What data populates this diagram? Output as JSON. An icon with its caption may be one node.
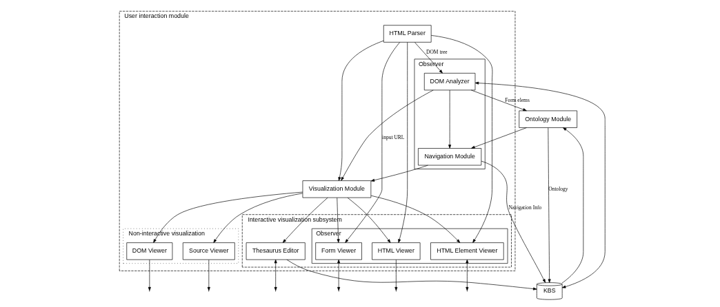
{
  "diagram": {
    "nodes": [
      {
        "text": [
          "User interaction module"
        ]
      },
      {
        "text": [
          "HTML Parser"
        ],
        "in": 0
      },
      {
        "text": [
          "Observer"
        ],
        "in": 0
      },
      {
        "text": [
          "DOM Analyzer"
        ],
        "in": 2
      },
      {
        "text": [
          "Navigation Module"
        ],
        "in": 2
      },
      {
        "text": [
          "Ontology Module"
        ]
      },
      {
        "text": [
          "KBS"
        ]
      },
      {
        "text": [
          "Non-interactive visualization"
        ],
        "in": 0
      },
      {
        "text": [
          "DOM Viewer"
        ],
        "in": 7
      },
      {
        "text": [
          "Source Viewer"
        ],
        "in": 7
      },
      {
        "text": [
          "Visualization Module"
        ],
        "in": 0
      },
      {
        "text": [
          "Interactive visualization subsystem"
        ],
        "in": 0
      },
      {
        "text": [
          "Observer"
        ],
        "in": 11
      },
      {
        "text": [
          "Form Viewer"
        ],
        "in": 12
      },
      {
        "text": [
          "HTML Element Viewer"
        ],
        "in": 12
      },
      {
        "text": [
          "HTML Viewer"
        ],
        "in": 12
      },
      {
        "text": [
          "Thesaurus Editor"
        ],
        "in": 11
      }
    ],
    "edges": [
      {
        "from": 1,
        "to": 3,
        "arrow": "to",
        "label": "DOM tree"
      },
      {
        "from": 1,
        "to": 10,
        "arrow": "to"
      },
      {
        "from": 1,
        "to": 13,
        "arrow": "to",
        "label": "input URL"
      },
      {
        "from": 1,
        "to": 14,
        "arrow": "to"
      },
      {
        "from": 1,
        "to": 15,
        "arrow": "to"
      },
      {
        "from": 3,
        "to": 4,
        "arrow": "to"
      },
      {
        "from": 3,
        "to": 5,
        "arrow": "to",
        "label": "Form elems"
      },
      {
        "from": 3,
        "to": 10,
        "arrow": "to"
      },
      {
        "from": 4,
        "to": 10,
        "arrow": "to"
      },
      {
        "from": 5,
        "to": 4,
        "arrow": "to"
      },
      {
        "from": 4,
        "to": 6,
        "arrow": "to",
        "label": "Navigation Info"
      },
      {
        "from": 3,
        "to": 6,
        "arrow": "both"
      },
      {
        "from": 6,
        "to": 5,
        "arrow": "to"
      },
      {
        "from": 5,
        "to": 6,
        "arrow": "to",
        "label": "Ontology"
      },
      {
        "from": 16,
        "to": 6,
        "arrow": "to"
      },
      {
        "from": 10,
        "to": 8,
        "arrow": "to"
      },
      {
        "from": 10,
        "to": 9,
        "arrow": "to"
      },
      {
        "from": 10,
        "to": 16,
        "arrow": "to"
      },
      {
        "from": 10,
        "to": 13,
        "arrow": "to"
      },
      {
        "from": 10,
        "to": 14,
        "arrow": "to"
      },
      {
        "from": 10,
        "to": 15,
        "arrow": "to"
      },
      {
        "from": 8,
        "to": null,
        "arrow": "to"
      },
      {
        "from": 9,
        "to": null,
        "arrow": "to"
      },
      {
        "from": null,
        "to": 13,
        "arrow": "both"
      },
      {
        "from": null,
        "to": 14,
        "arrow": "both"
      },
      {
        "from": 15,
        "to": null,
        "arrow": "to"
      },
      {
        "from": null,
        "to": 16,
        "arrow": "both"
      }
    ]
  }
}
